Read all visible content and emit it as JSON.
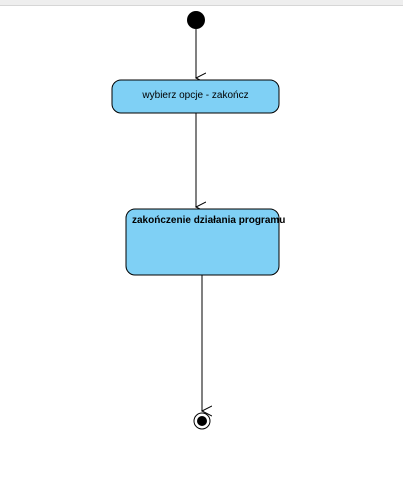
{
  "diagram": {
    "type": "uml-activity",
    "nodes": [
      {
        "id": "start",
        "kind": "initial-node"
      },
      {
        "id": "choose-option",
        "kind": "action",
        "label": "wybierz opcje - zakończ"
      },
      {
        "id": "program-end",
        "kind": "action",
        "label": "zakończenie działania programu"
      },
      {
        "id": "final",
        "kind": "final-node"
      }
    ],
    "edges": [
      {
        "from": "start",
        "to": "choose-option"
      },
      {
        "from": "choose-option",
        "to": "program-end"
      },
      {
        "from": "program-end",
        "to": "final"
      }
    ],
    "colors": {
      "action_fill": "#7fd0f5",
      "stroke": "#000000",
      "background": "#ffffff"
    }
  }
}
